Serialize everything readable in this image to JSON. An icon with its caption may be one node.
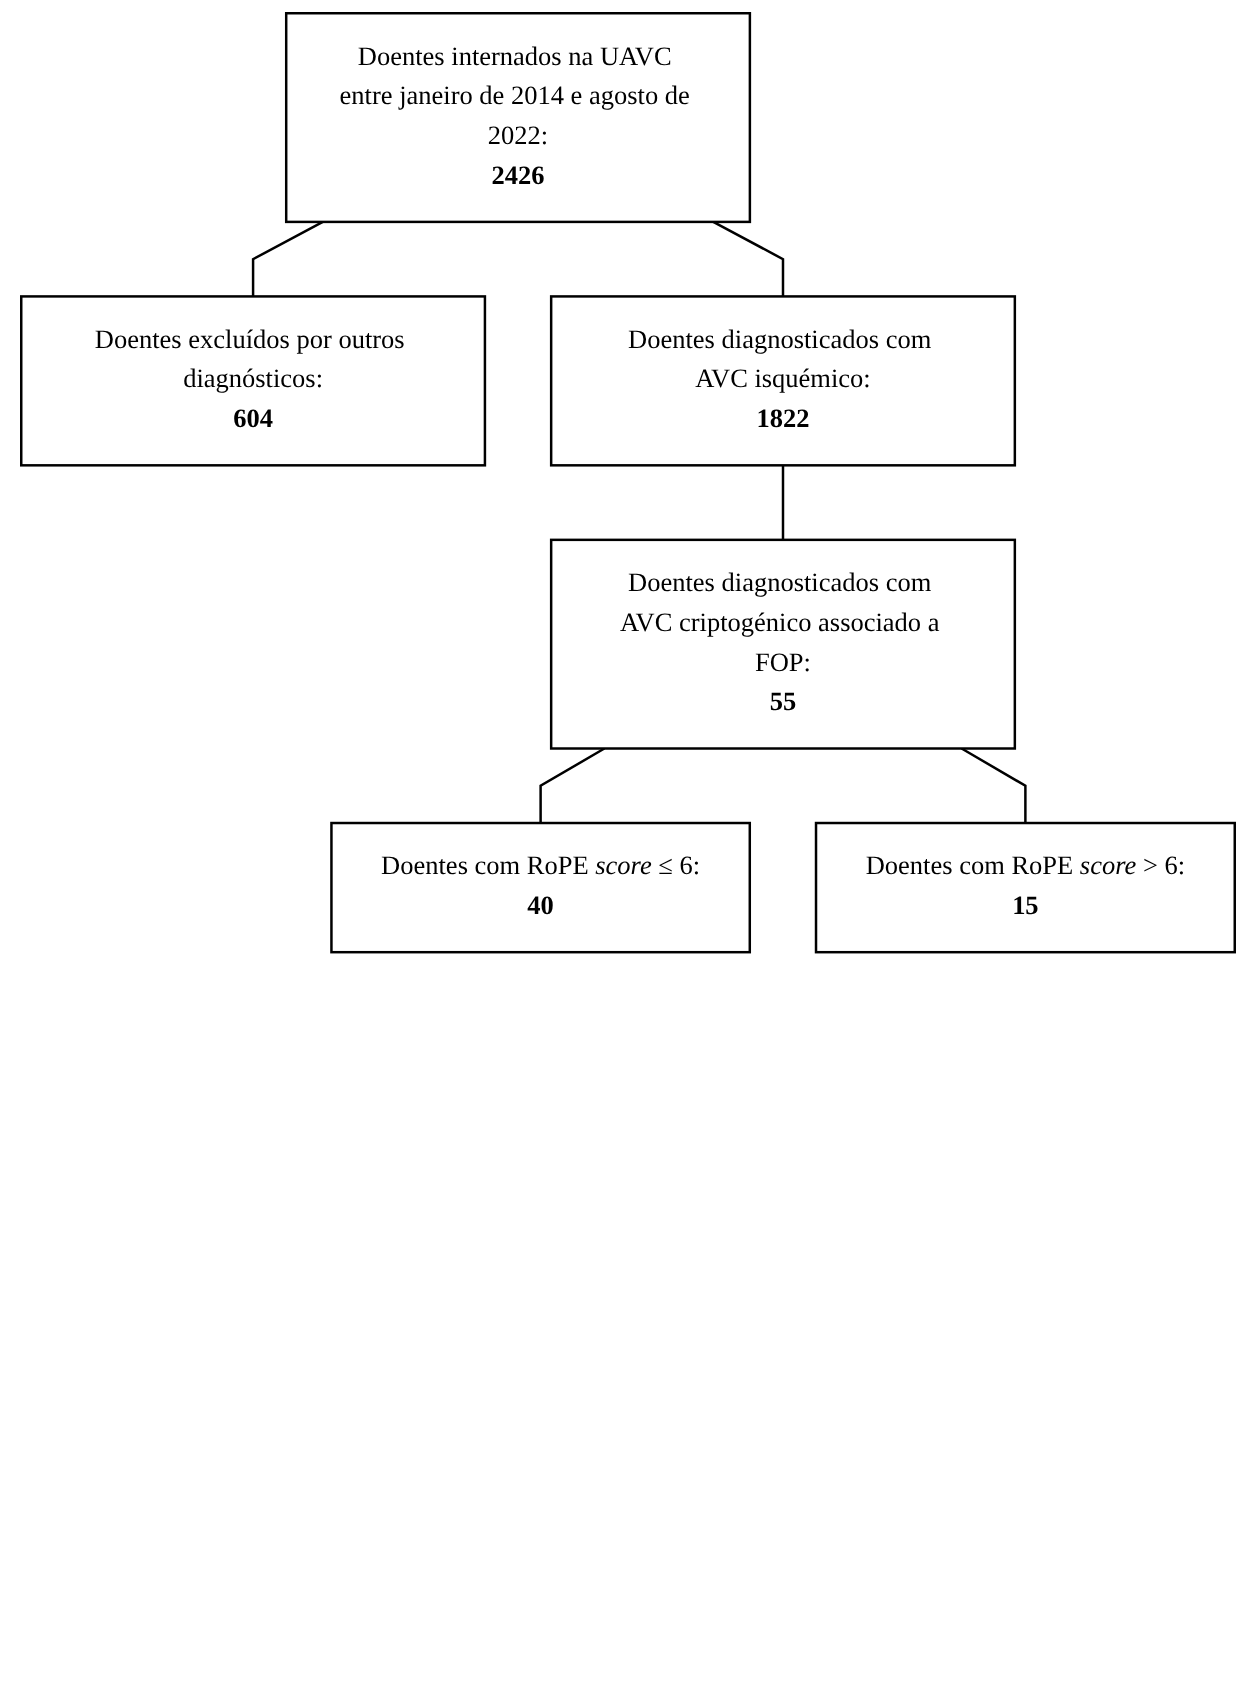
{
  "diagram": {
    "nodes": [
      {
        "text": [
          "Doentes internados na UAVC entre janeiro de 2014 e agosto de 2022:",
          "2426"
        ]
      },
      {
        "text": [
          "Doentes excluídos por outros diagnósticos:",
          "604"
        ]
      },
      {
        "text": [
          "Doentes diagnosticados com AVC isquémico:",
          "1822"
        ]
      },
      {
        "text": [
          "Doentes diagnosticados com AVC criptogénico associado a FOP:",
          "55"
        ]
      },
      {
        "text": [
          "Doentes com RoPE *score* ≤ 6:",
          "40"
        ]
      },
      {
        "text": [
          "Doentes com RoPE *score* > 6:",
          "15"
        ]
      }
    ],
    "edges": [
      {
        "from": 0,
        "to": 1,
        "arrow": "none"
      },
      {
        "from": 0,
        "to": 2,
        "arrow": "none"
      },
      {
        "from": 2,
        "to": 3,
        "arrow": "none"
      },
      {
        "from": 3,
        "to": 4,
        "arrow": "none"
      },
      {
        "from": 3,
        "to": 5,
        "arrow": "none"
      }
    ]
  }
}
